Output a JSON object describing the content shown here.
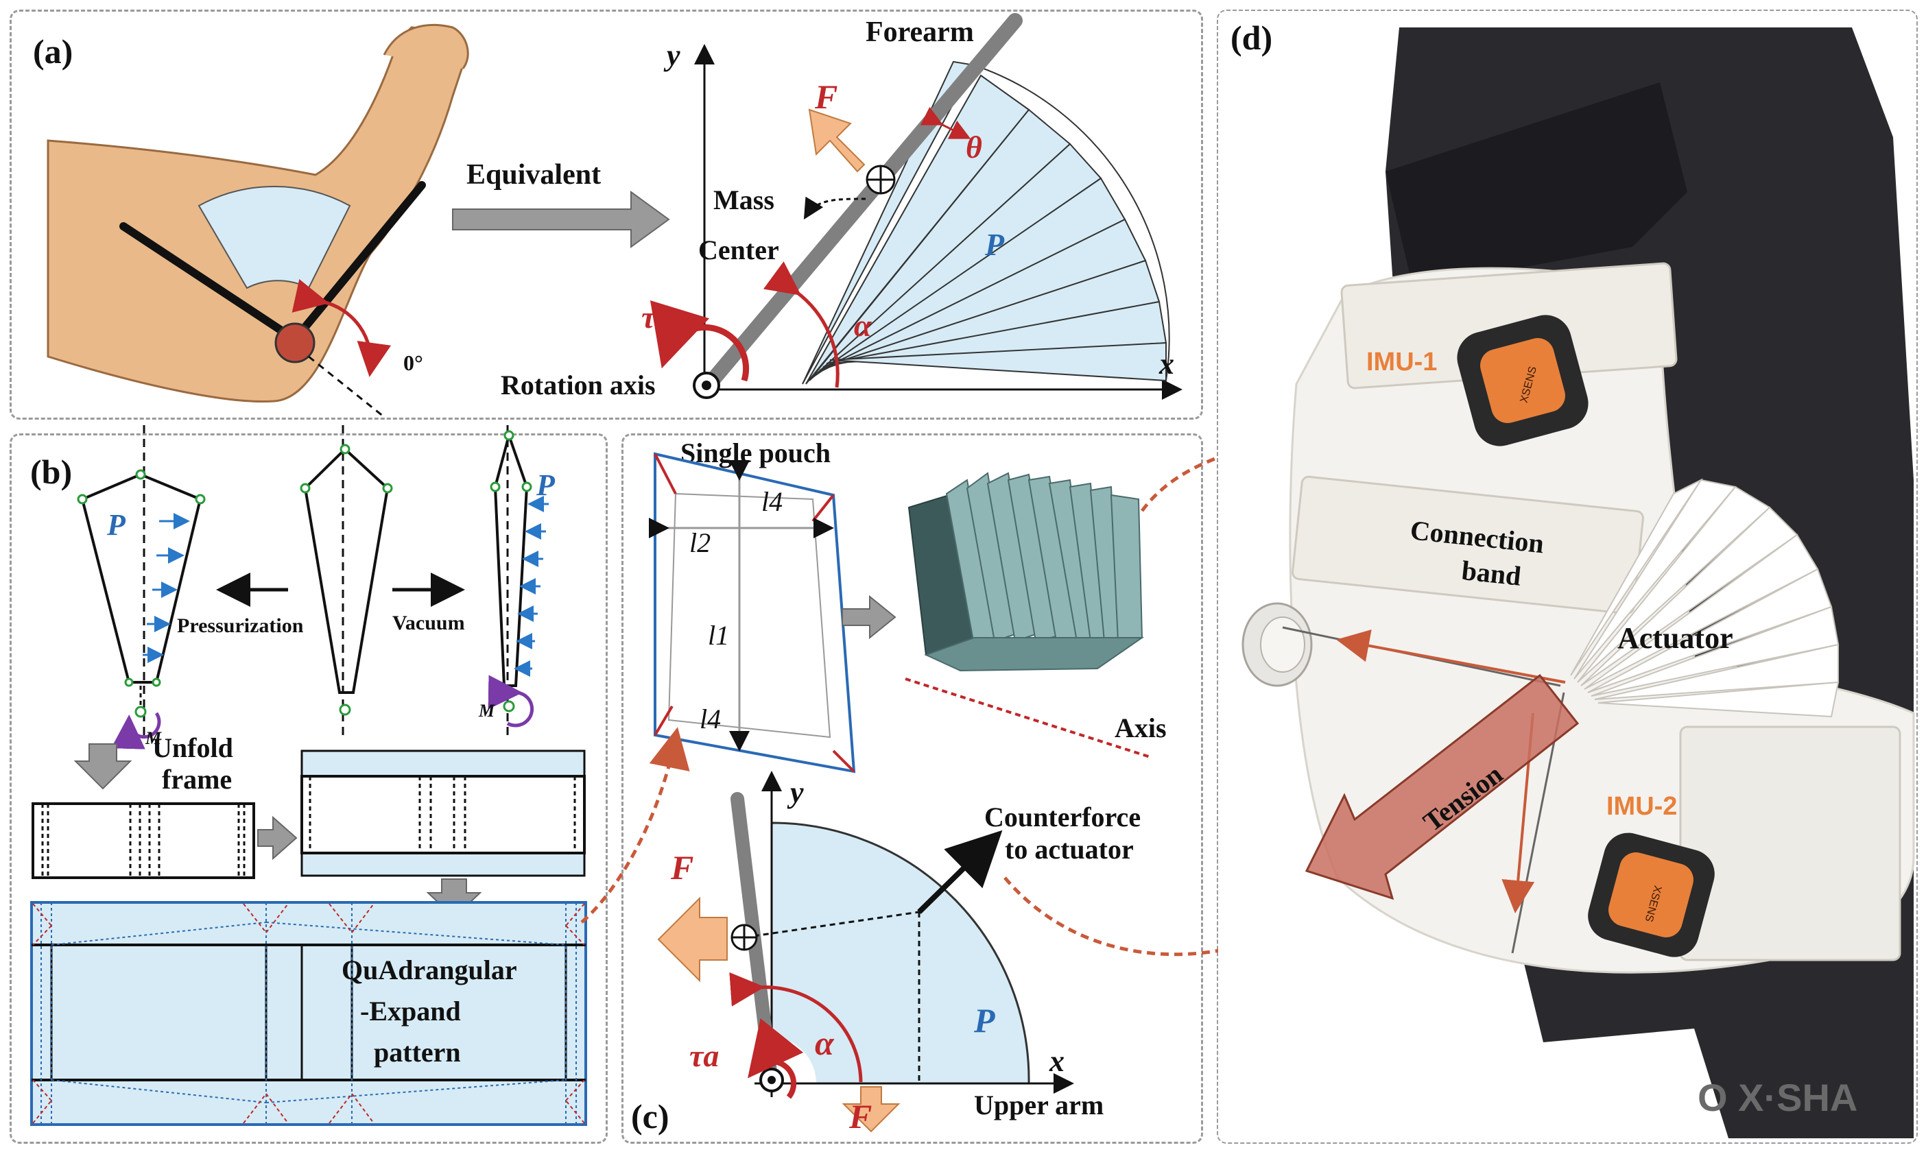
{
  "panels": {
    "a": {
      "label": "(a)",
      "equivalent": "Equivalent",
      "zero_deg": "0°",
      "y_axis": "y",
      "x_axis": "x",
      "forearm": "Forearm",
      "force": "F",
      "theta": "θ",
      "mass_center_1": "Mass",
      "mass_center_2": "Center",
      "pressure": "P",
      "torque": "τa",
      "alpha": "α",
      "rotation_axis": "Rotation axis"
    },
    "b": {
      "label": "(b)",
      "pressure_1": "P",
      "pressure_2": "P",
      "pressurization": "Pressurization",
      "vacuum": "Vacuum",
      "moment_1": "M",
      "moment_2": "M",
      "unfold_1": "Unfold",
      "unfold_2": "frame",
      "pattern_1": "QuAdrangular",
      "pattern_2": "-Expand",
      "pattern_3": "pattern"
    },
    "c": {
      "label": "(c)",
      "single_pouch": "Single pouch",
      "l4_top": "l4",
      "l2": "l2",
      "l1": "l1",
      "l4_bottom": "l4",
      "axis": "Axis",
      "y_axis": "y",
      "x_axis": "x",
      "counterforce_1": "Counterforce",
      "counterforce_2": "to actuator",
      "force_left": "F",
      "force_bottom": "F",
      "torque": "τa",
      "alpha": "α",
      "pressure": "P",
      "upper_arm": "Upper arm"
    },
    "d": {
      "label": "(d)",
      "imu1": "IMU-1",
      "imu2": "IMU-2",
      "brand1": "XSENS",
      "brand2": "XSENS",
      "connection_1": "Connection",
      "connection_2": "band",
      "actuator": "Actuator",
      "tension": "Tension",
      "shirt_text": "O X·SHA"
    }
  },
  "colors": {
    "light_blue": "#d6ebf5",
    "dark_red": "#c0282a",
    "blue_text": "#2a6ab4",
    "arrow_gray": "#9a9a9a",
    "skin": "#e9b98a",
    "imu_orange": "#e8803a"
  }
}
